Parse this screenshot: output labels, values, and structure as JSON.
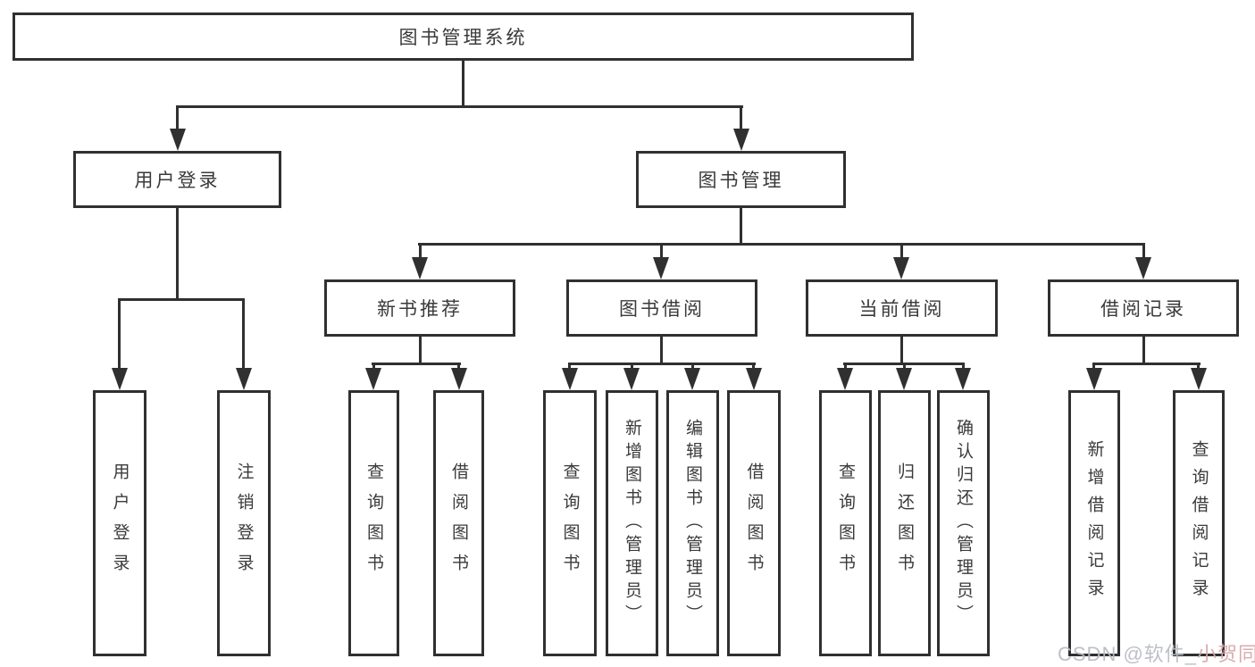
{
  "diagram_title": "图书管理系统",
  "nodes": {
    "root": "图书管理系统",
    "user_login": "用户登录",
    "book_mgmt": "图书管理",
    "new_book": "新书推荐",
    "book_borrow": "图书借阅",
    "current_borrow": "当前借阅",
    "borrow_records": "借阅记录",
    "leaves": {
      "user_login_1": "用户登录",
      "user_login_2": "注销登录",
      "new_book_1": "查询图书",
      "new_book_2": "借阅图书",
      "borrow_1": "查询图书",
      "borrow_2": "新增图书（管理员）",
      "borrow_3": "编辑图书（管理员）",
      "borrow_4": "借阅图书",
      "current_1": "查询图书",
      "current_2": "归还图书",
      "current_3": "确认归还（管理员）",
      "records_1": "新增借阅记录",
      "records_2": "查询借阅记录"
    }
  },
  "watermark": {
    "gray_part": "CSDN @软件_",
    "pink_part": "小贺同学"
  },
  "colors": {
    "line": "#303030",
    "text": "#3a3a3a",
    "watermark_gray": "#b7bbc2",
    "watermark_pink": "#d6a6aa"
  }
}
